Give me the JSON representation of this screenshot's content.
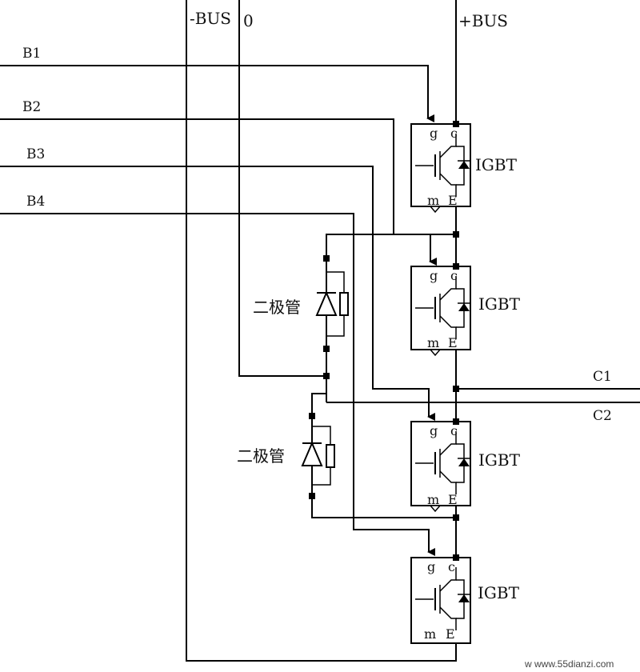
{
  "rails": {
    "neg_bus": "-BUS",
    "zero": "0",
    "pos_bus": "+BUS"
  },
  "inputs": [
    "B1",
    "B2",
    "B3",
    "B4"
  ],
  "outputs": [
    "C1",
    "C2"
  ],
  "igbt": {
    "label": "IGBT",
    "gate": "g",
    "collector": "c",
    "emitter": "E",
    "m": "m"
  },
  "diode_label": "二极管",
  "watermark": "w  www.55dianzi.com"
}
